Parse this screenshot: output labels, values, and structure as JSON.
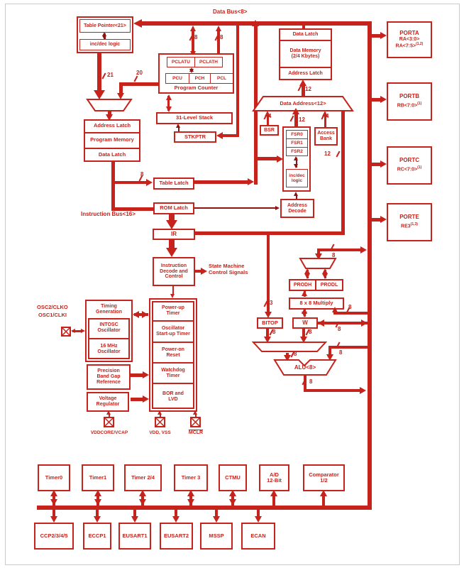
{
  "colors": {
    "red": "#c5231b",
    "dark": "#8c150f"
  },
  "labels": {
    "data_bus": "Data Bus<8>",
    "table_pointer": "Table Pointer<21>",
    "inc_dec_logic": "inc/dec logic",
    "inc_dec_logic2": "inc/dec\nlogic",
    "address_latch": "Address Latch",
    "program_memory": "Program Memory",
    "data_latch": "Data Latch",
    "pclatu": "PCLATU",
    "pclath": "PCLATH",
    "pcu": "PCU",
    "pch": "PCH",
    "pcl": "PCL",
    "program_counter": "Program Counter",
    "stack": "31-Level Stack",
    "stkptr": "STKPTR",
    "table_latch": "Table Latch",
    "rom_latch": "ROM Latch",
    "instruction_bus": "Instruction Bus<16>",
    "ir": "IR",
    "address_decode": "Address\nDecode",
    "data_latch2": "Data Latch",
    "data_memory": "Data Memory\n(2/4 Kbytes)",
    "address_latch2": "Address Latch",
    "data_address": "Data Address<12>",
    "bsr": "BSR",
    "fsr0": "FSR0",
    "fsr1": "FSR1",
    "fsr2": "FSR2",
    "access_bank": "Access\nBank",
    "instruction_decode": "Instruction\nDecode and\nControl",
    "state_machine": "State Machine\nControl Signals",
    "osc2": "OSC2/CLKO",
    "osc1": "OSC1/CLKI",
    "timing_generation": "Timing\nGeneration",
    "intosc": "INTOSC\nOscillator",
    "mhz16": "16 MHz\nOscillator",
    "power_up_timer": "Power-up\nTimer",
    "osc_startup": "Oscillator\nStart-up Timer",
    "power_on_reset": "Power-on\nReset",
    "watchdog": "Watchdog\nTimer",
    "bor_lvd": "BOR and\nLVD",
    "precision_ref": "Precision\nBand Gap\nReference",
    "voltage_regulator": "Voltage\nRegulator",
    "vddcore": "VDDCORE/VCAP",
    "vdd_vss": "VDD, VSS",
    "mclr": "MCLR",
    "prodh": "PRODH",
    "prodl": "PRODL",
    "multiply": "8 x 8 Multiply",
    "bitop": "BITOP",
    "w_reg": "W",
    "alu": "ALU<8>"
  },
  "wires": {
    "w3": "3",
    "w4": "4",
    "w8": "8",
    "w12": "12",
    "w20": "20",
    "w21": "21"
  },
  "ports": {
    "porta": {
      "name": "PORTA",
      "l2": "RA<3:0>",
      "l3": "RA<7:5>",
      "sup": "(1,2)"
    },
    "portb": {
      "name": "PORTB",
      "l2": "RB<7:0>",
      "sup": "(1)"
    },
    "portc": {
      "name": "PORTC",
      "l2": "RC<7:0>",
      "sup": "(1)"
    },
    "porte": {
      "name": "PORTE",
      "l2": "RE3",
      "sup": "(1,3)"
    }
  },
  "peripherals": {
    "row1": [
      {
        "label": "Timer0"
      },
      {
        "label": "Timer1"
      },
      {
        "label": "Timer 2/4"
      },
      {
        "label": "Timer 3"
      },
      {
        "label": "CTMU"
      },
      {
        "label": "A/D\n12-Bit"
      },
      {
        "label": "Comparator\n1/2"
      }
    ],
    "row2": [
      {
        "label": "CCP2/3/4/5"
      },
      {
        "label": "ECCP1"
      },
      {
        "label": "EUSART1"
      },
      {
        "label": "EUSART2"
      },
      {
        "label": "MSSP"
      },
      {
        "label": "ECAN"
      }
    ]
  }
}
